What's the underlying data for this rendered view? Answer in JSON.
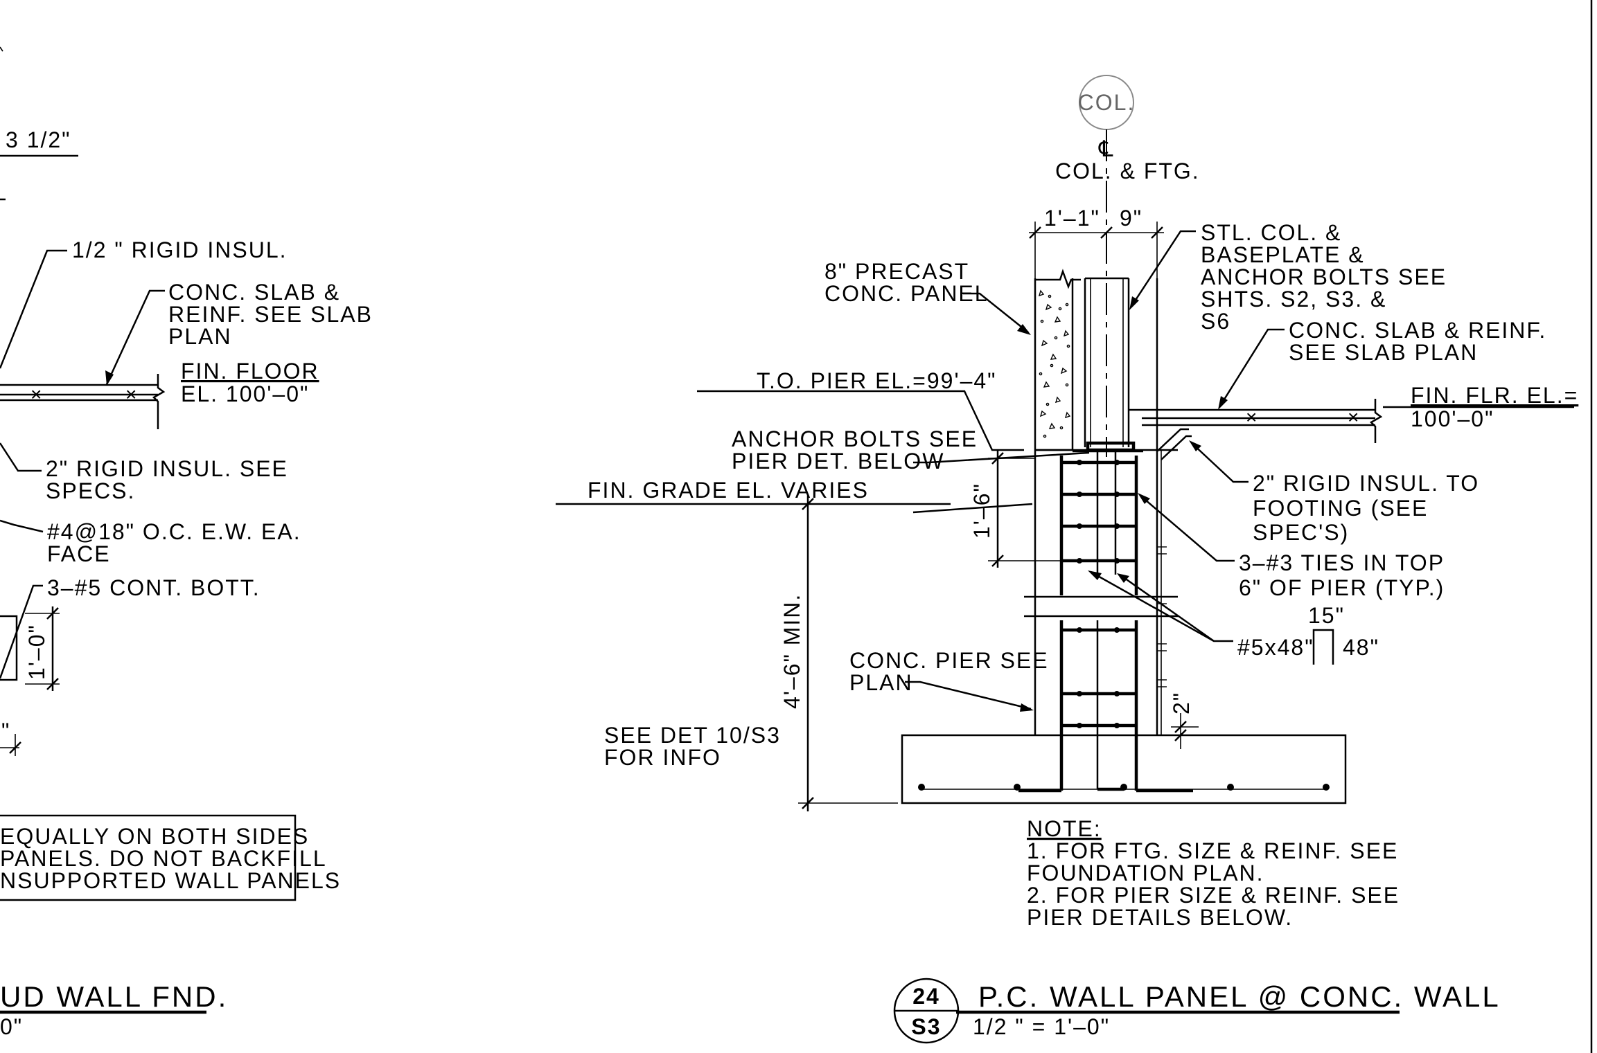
{
  "left_detail": {
    "dim_top": "3 1/2\"",
    "rigid_insul": "1/2 \" RIGID INSUL.",
    "slab_note": [
      "CONC. SLAB &",
      "REINF. SEE SLAB",
      "PLAN"
    ],
    "fin_floor": [
      "FIN. FLOOR",
      "EL. 100'–0\""
    ],
    "rigid_insul_2": [
      "2\" RIGID INSUL. SEE",
      "SPECS."
    ],
    "rebar_face": [
      "#4@18\" O.C. E.W. EA.",
      "FACE"
    ],
    "cont_bott": "3–#5 CONT. BOTT.",
    "dim_depth": "1'–0\"",
    "dim_partial": "\"",
    "backfill_note": [
      "EQUALLY ON BOTH SIDES",
      "PANELS. DO NOT BACKFILL",
      "NSUPPORTED WALL PANELS"
    ],
    "title": "UD  WALL  FND.",
    "scale": "0\""
  },
  "main_detail": {
    "col_bubble": "COL.",
    "centerline_symbol": "℄",
    "col_ftg": "COL.  & FTG.",
    "dim_left": "1'–1\"",
    "dim_right": "9\"",
    "precast_panel": [
      "8\" PRECAST",
      "CONC. PANEL"
    ],
    "stl_col": [
      "STL. COL. &",
      "BASEPLATE &",
      "ANCHOR BOLTS SEE",
      "SHTS. S2, S3. &",
      "S6"
    ],
    "slab_reinf": [
      "CONC. SLAB & REINF.",
      "SEE SLAB PLAN"
    ],
    "fin_flr": [
      "FIN. FLR. EL.=",
      "100'–0\""
    ],
    "to_pier": "T.O. PIER EL.=99'–4\"",
    "anchor_bolts": [
      "ANCHOR BOLTS SEE",
      "PIER DET. BELOW"
    ],
    "fin_grade": "FIN. GRADE EL. VARIES",
    "dim_pier_top": "1'–6\"",
    "rigid_insul_ftg": [
      "2\" RIGID INSUL. TO",
      "FOOTING (SEE",
      "SPEC'S)"
    ],
    "ties": [
      "3–#3 TIES IN TOP",
      "6\" OF PIER (TYP.)"
    ],
    "dowel": "#5x48\"",
    "dowel_hook": "15\"",
    "dowel_leg": "48\"",
    "dim_depth_min": "4'–6\" MIN.",
    "pier_note": [
      "CONC. PIER SEE",
      "PLAN"
    ],
    "dim_two": "2\"",
    "see_det": [
      "SEE DET 10/S3",
      "FOR INFO"
    ],
    "note_title": "NOTE:",
    "notes": [
      "1. FOR FTG. SIZE & REINF. SEE",
      "FOUNDATION PLAN.",
      "2. FOR PIER SIZE & REINF. SEE",
      "PIER DETAILS BELOW."
    ],
    "detail_number": "24",
    "sheet_number": "S3",
    "title": "P.C.  WALL  PANEL  @  CONC.  WALL",
    "scale": "1/2 \" = 1'–0\""
  }
}
